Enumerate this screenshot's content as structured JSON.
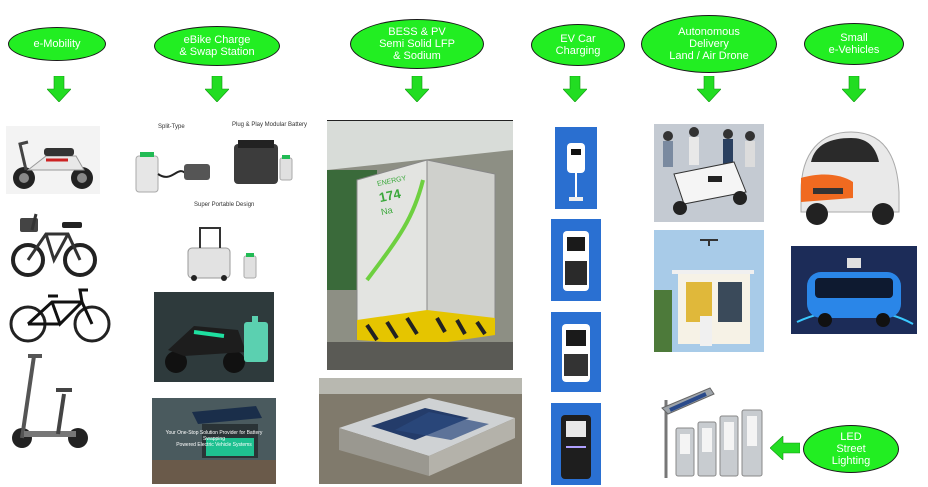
{
  "categories": [
    {
      "id": "emobility",
      "label": "e-Mobility"
    },
    {
      "id": "ebike",
      "label": "eBike Charge\n& Swap Station"
    },
    {
      "id": "bess",
      "label": "BESS & PV\nSemi Solid LFP\n& Sodium"
    },
    {
      "id": "evcar",
      "label": "EV Car\nCharging"
    },
    {
      "id": "delivery",
      "label": "Autonomous\nDelivery\nLand / Air Drone"
    },
    {
      "id": "smallev",
      "label": "Small\ne-Vehicles"
    },
    {
      "id": "led",
      "label": "LED\nStreet\nLighting"
    }
  ],
  "ebike_panel": {
    "split_type": "Split-Type",
    "plug_play": "Plug & Play Modular Battery",
    "super_portable": "Super Portable Design"
  },
  "bess_cabinet": {
    "brand": "ENERGY",
    "number": "174",
    "element": "Na"
  },
  "swap_caption": "Your One-Stop Solution Provider for Battery Swapping\nPowered Electric Vehicle Systems",
  "colors": {
    "oval_fill": "#22ee22",
    "oval_border": "#1a1a1a",
    "arrow": "#22dd22"
  }
}
